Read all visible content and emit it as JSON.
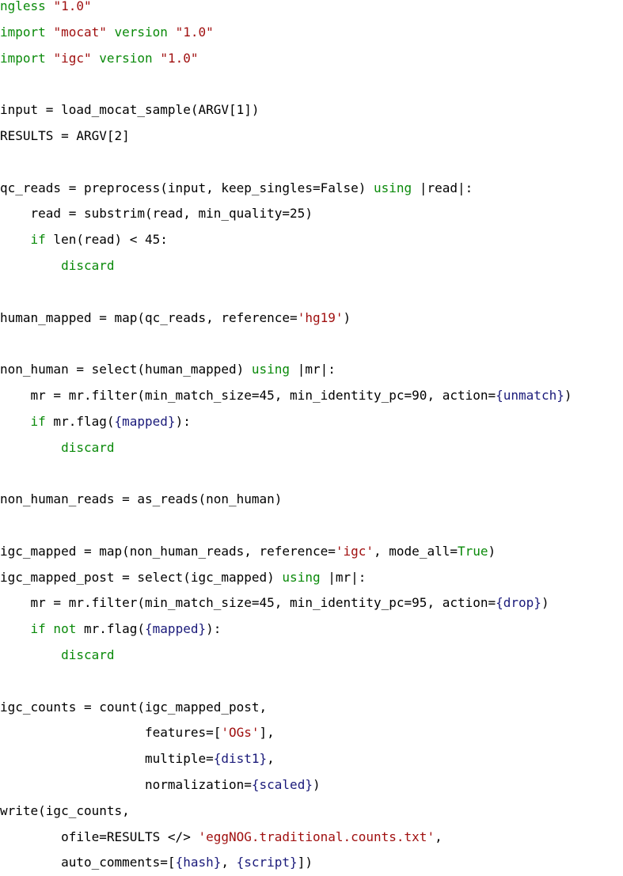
{
  "colors": {
    "keyword": "#0a8a0a",
    "string": "#a01010",
    "symbol": "#1a1a7a",
    "text": "#000000",
    "background": "#ffffff"
  },
  "lines": [
    [
      {
        "t": "ngless ",
        "c": "kw"
      },
      {
        "t": "\"1.0\"",
        "c": "str"
      }
    ],
    [
      {
        "t": "import ",
        "c": "kw"
      },
      {
        "t": "\"mocat\"",
        "c": "str"
      },
      {
        "t": " version ",
        "c": "kw"
      },
      {
        "t": "\"1.0\"",
        "c": "str"
      }
    ],
    [
      {
        "t": "import ",
        "c": "kw"
      },
      {
        "t": "\"igc\"",
        "c": "str"
      },
      {
        "t": " version ",
        "c": "kw"
      },
      {
        "t": "\"1.0\"",
        "c": "str"
      }
    ],
    [],
    [
      {
        "t": "input = load_mocat_sample(ARGV[1])"
      }
    ],
    [
      {
        "t": "RESULTS = ARGV[2]"
      }
    ],
    [],
    [
      {
        "t": "qc_reads = preprocess(input, keep_singles=False) "
      },
      {
        "t": "using",
        "c": "kw"
      },
      {
        "t": " |read|:"
      }
    ],
    [
      {
        "t": "    read = substrim(read, min_quality=25)"
      }
    ],
    [
      {
        "t": "    "
      },
      {
        "t": "if",
        "c": "kw"
      },
      {
        "t": " len(read) < 45:"
      }
    ],
    [
      {
        "t": "        "
      },
      {
        "t": "discard",
        "c": "kw"
      }
    ],
    [],
    [
      {
        "t": "human_mapped = map(qc_reads, reference="
      },
      {
        "t": "'hg19'",
        "c": "str"
      },
      {
        "t": ")"
      }
    ],
    [],
    [
      {
        "t": "non_human = select(human_mapped) "
      },
      {
        "t": "using",
        "c": "kw"
      },
      {
        "t": " |mr|:"
      }
    ],
    [
      {
        "t": "    mr = mr.filter(min_match_size=45, min_identity_pc=90, action="
      },
      {
        "t": "{unmatch}",
        "c": "sym"
      },
      {
        "t": ")"
      }
    ],
    [
      {
        "t": "    "
      },
      {
        "t": "if",
        "c": "kw"
      },
      {
        "t": " mr.flag("
      },
      {
        "t": "{mapped}",
        "c": "sym"
      },
      {
        "t": "):"
      }
    ],
    [
      {
        "t": "        "
      },
      {
        "t": "discard",
        "c": "kw"
      }
    ],
    [],
    [
      {
        "t": "non_human_reads = as_reads(non_human)"
      }
    ],
    [],
    [
      {
        "t": "igc_mapped = map(non_human_reads, reference="
      },
      {
        "t": "'igc'",
        "c": "str"
      },
      {
        "t": ", mode_all="
      },
      {
        "t": "True",
        "c": "bool"
      },
      {
        "t": ")"
      }
    ],
    [
      {
        "t": "igc_mapped_post = select(igc_mapped) "
      },
      {
        "t": "using",
        "c": "kw"
      },
      {
        "t": " |mr|:"
      }
    ],
    [
      {
        "t": "    mr = mr.filter(min_match_size=45, min_identity_pc=95, action="
      },
      {
        "t": "{drop}",
        "c": "sym"
      },
      {
        "t": ")"
      }
    ],
    [
      {
        "t": "    "
      },
      {
        "t": "if not",
        "c": "kw"
      },
      {
        "t": " mr.flag("
      },
      {
        "t": "{mapped}",
        "c": "sym"
      },
      {
        "t": "):"
      }
    ],
    [
      {
        "t": "        "
      },
      {
        "t": "discard",
        "c": "kw"
      }
    ],
    [],
    [
      {
        "t": "igc_counts = count(igc_mapped_post,"
      }
    ],
    [
      {
        "t": "                   features=["
      },
      {
        "t": "'OGs'",
        "c": "str"
      },
      {
        "t": "],"
      }
    ],
    [
      {
        "t": "                   multiple="
      },
      {
        "t": "{dist1}",
        "c": "sym"
      },
      {
        "t": ","
      }
    ],
    [
      {
        "t": "                   normalization="
      },
      {
        "t": "{scaled}",
        "c": "sym"
      },
      {
        "t": ")"
      }
    ],
    [
      {
        "t": "write(igc_counts,"
      }
    ],
    [
      {
        "t": "        ofile=RESULTS </> "
      },
      {
        "t": "'eggNOG.traditional.counts.txt'",
        "c": "str"
      },
      {
        "t": ","
      }
    ],
    [
      {
        "t": "        auto_comments=["
      },
      {
        "t": "{hash}",
        "c": "sym"
      },
      {
        "t": ", "
      },
      {
        "t": "{script}",
        "c": "sym"
      },
      {
        "t": "])"
      }
    ]
  ]
}
